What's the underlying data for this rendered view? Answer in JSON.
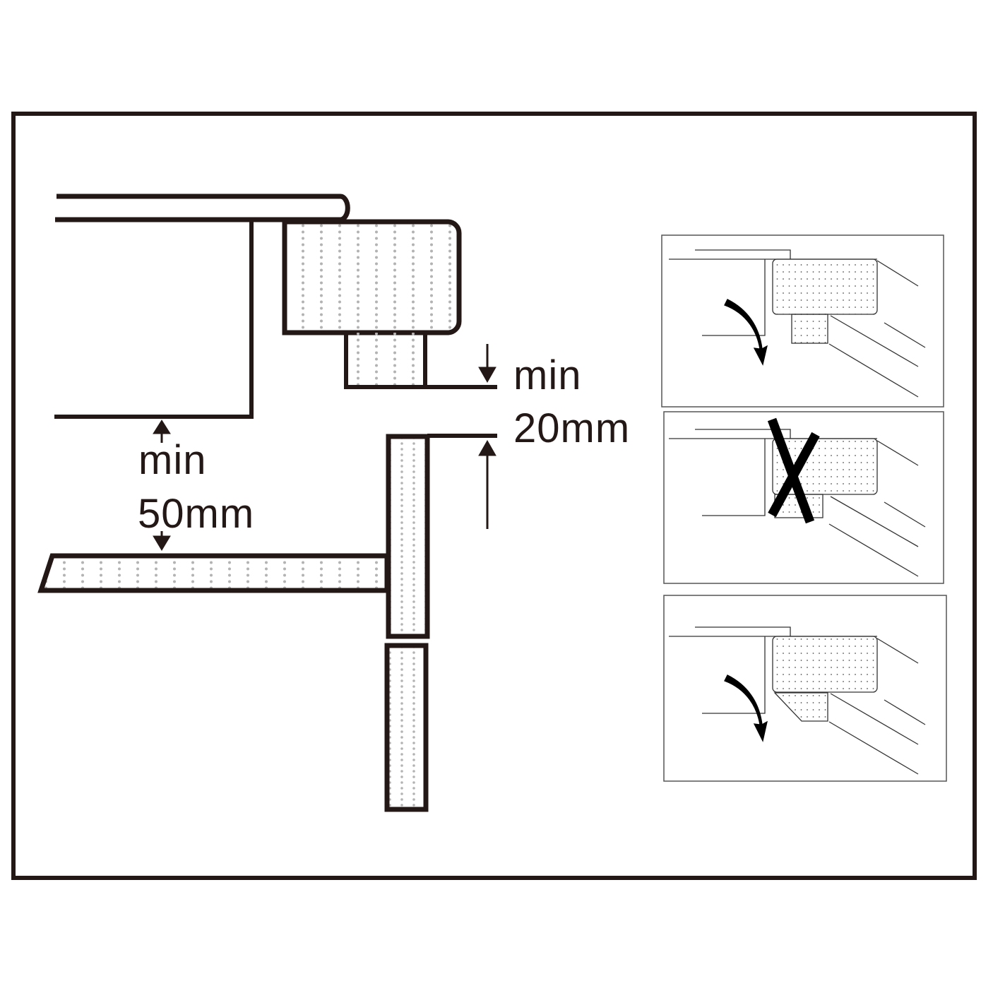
{
  "diagram": {
    "title": "Installation clearance diagram",
    "colors": {
      "stroke": "#231815",
      "hatch": "#b3b3b3",
      "background": "#ffffff"
    },
    "labels": {
      "gap_top": {
        "line1": "min",
        "line2": "20mm"
      },
      "gap_left": {
        "line1": "min",
        "line2": "50mm"
      }
    },
    "panels": [
      {
        "id": "correct-1",
        "status": "correct",
        "marker": "arrow-icon"
      },
      {
        "id": "incorrect",
        "status": "incorrect",
        "marker": "cross-icon"
      },
      {
        "id": "correct-2",
        "status": "correct",
        "marker": "arrow-icon"
      }
    ]
  }
}
